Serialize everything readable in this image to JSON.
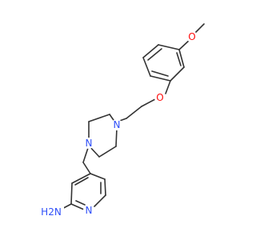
{
  "structure": {
    "atoms": [
      {
        "id": "methoxy-methyl-carbon",
        "label": ""
      },
      {
        "id": "methoxy-oxygen",
        "label": "O",
        "color": "#ff0d0d"
      },
      {
        "id": "ether-oxygen",
        "label": "O",
        "color": "#ff0d0d"
      },
      {
        "id": "piperazine-nitrogen-upper",
        "label": "N",
        "color": "#3050f8"
      },
      {
        "id": "piperazine-nitrogen-lower",
        "label": "N",
        "color": "#3050f8"
      },
      {
        "id": "pyridine-nitrogen",
        "label": "N",
        "color": "#3050f8"
      },
      {
        "id": "amino-group",
        "label": "H2N",
        "color": "#3050f8"
      }
    ],
    "bond_color": "#333333",
    "background": "#ffffff"
  }
}
